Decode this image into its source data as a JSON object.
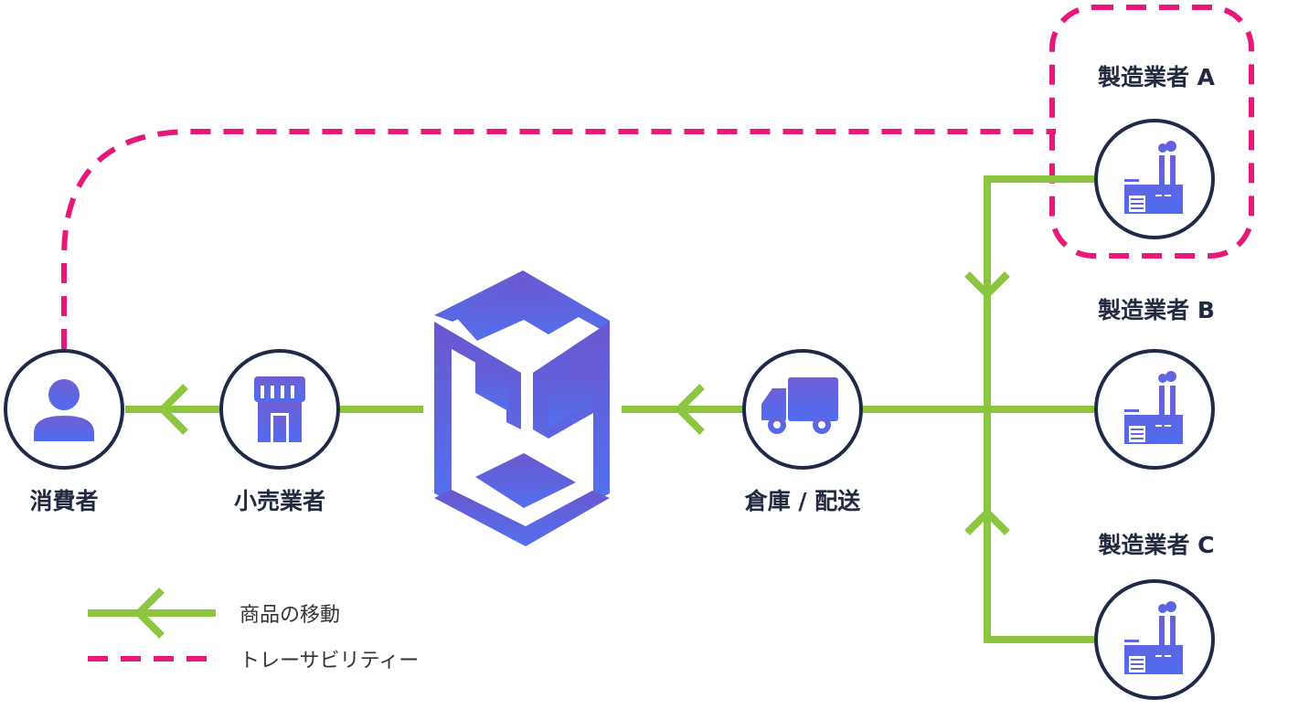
{
  "nodes": {
    "consumer": {
      "label": "消費者",
      "icon": "person-icon"
    },
    "retailer": {
      "label": "小売業者",
      "icon": "store-icon"
    },
    "hub": {
      "icon": "platform-logo-icon"
    },
    "warehouse": {
      "label": "倉庫 / 配送",
      "icon": "truck-icon"
    },
    "manufacturer_a": {
      "label": "製造業者 A",
      "icon": "factory-icon"
    },
    "manufacturer_b": {
      "label": "製造業者 B",
      "icon": "factory-icon"
    },
    "manufacturer_c": {
      "label": "製造業者 C",
      "icon": "factory-icon"
    }
  },
  "legend": {
    "goods_flow": "商品の移動",
    "traceability": "トレーサビリティー"
  },
  "colors": {
    "goods_flow": "#8cc63f",
    "traceability": "#e6197a",
    "node_border": "#1f2a4a",
    "icon": "#5a62e8",
    "logo": "#6a5fd8"
  }
}
